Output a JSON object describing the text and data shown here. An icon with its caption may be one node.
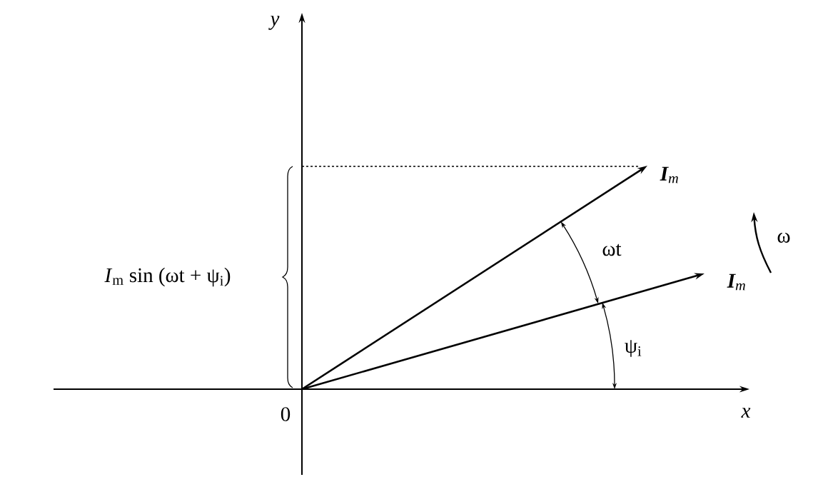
{
  "diagram": {
    "labels": [
      "*y*",
      "**I**$_{m}$",
      "*I*$_{m}$ sin (ωt + ψ$_{i}$)",
      "ω",
      "ωt",
      "**I**$_{m}$",
      "ψ$_{i}$",
      "0",
      "*x*"
    ]
  }
}
